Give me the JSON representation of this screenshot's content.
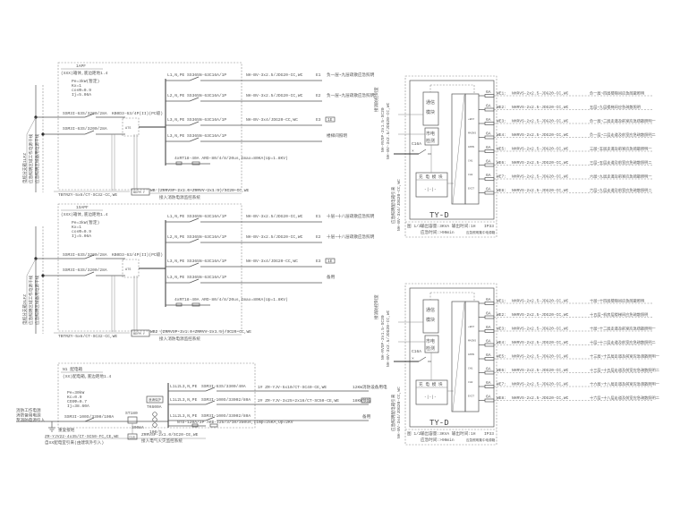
{
  "left_panels": [
    {
      "title": "1APF",
      "subtitle": "(XXX)箱体,底边距地1.4",
      "params": [
        "Pe=3kW(暂定)",
        "Kx=1",
        "cosΦ=0.9",
        "Ij=5.06A"
      ],
      "incoming": [
        "SSM3I-63S/3200/28A",
        "SSM3I-63S/3200/28A"
      ],
      "ats": "KB0D3-63/4P(II)(PC级)",
      "ats_symbol": "ATS",
      "branches": [
        {
          "phase": "L1,N,PE SS365N-63C16A/1P",
          "cable": "NH-BV-3x2.5/JDG20-CC,WC",
          "id": "E1",
          "desc": "负一层~九层疏散应急照明"
        },
        {
          "phase": "L2,N,PE SS365N-63C16A/1P",
          "cable": "NH-BV-3x2.5/JDG20-CC,WC",
          "id": "E2",
          "desc": "负一层~九层疏散应急照明"
        },
        {
          "phase": "L3,N,PE SS365N-63C16A/1P",
          "cable": "NH-BV-3x4/JDG20-CC,WC",
          "id": "E3",
          "desc": "1E"
        },
        {
          "phase": "L3,N,PE SS365N-63C16A/1P",
          "cable": "",
          "id": "",
          "desc": "楼梯间照明"
        }
      ],
      "spd": "4xRT18-40A ARD-80/4/8/20us,Imax=80KA(Up=1.8KV)",
      "feeder": "TBTRZY-5x6/CT-SC32-CC,WE",
      "monitor_box": "BDFM Y",
      "monitor_cable": "WB (ZRRVSP-2x1.0+ZRRVV-2x1.5)/SC20-CC,WE",
      "monitor_note": "接入消防电源监控系统",
      "source_labels": [
        "电缆分支箱1LFZ",
        "应急照明区域工作电源干线",
        "应急照明区域备用电源干线"
      ]
    },
    {
      "title": "1SAPF",
      "subtitle": "(XXX)箱体,底边距地1.4",
      "params": [
        "Pe=3kW(暂定)",
        "Kx=1",
        "cosΦ=0.9",
        "Ij=5.06A"
      ],
      "incoming": [
        "SSM3I-63S/3200/28A",
        "SSM3I-63S/3200/28A"
      ],
      "ats": "KB0D3-63/4P(II)(PC级)",
      "ats_symbol": "ATS",
      "branches": [
        {
          "phase": "L1,N,PE SS365N-63C16A/1P",
          "cable": "NH-BV-3x2.5/JDG20-CC,WC",
          "id": "E1",
          "desc": "十层~十八层疏散应急照明"
        },
        {
          "phase": "L2,N,PE SS365N-63C16A/1P",
          "cable": "NH-BV-3x2.5/JDG20-CC,WC",
          "id": "E2",
          "desc": "十层~十八层疏散应急照明"
        },
        {
          "phase": "L3,N,PE SS365N-63C16A/1P",
          "cable": "NH-BV-3x4/JDG20-CC,WC",
          "id": "E3",
          "desc": "1E"
        },
        {
          "phase": "L3,N,PE SS365N-63C16A/1P",
          "cable": "",
          "id": "",
          "desc": "备用"
        }
      ],
      "spd": "4xRT18-40A ARD-80/4/8/20us,Imax=80KA(Up=1.8KV)",
      "feeder": "TBTRZY-5x6/CT-SC32-CC,WE",
      "monitor_box": "BDFM Y",
      "monitor_cable": "WB2 (ZRRVSP-2x1.0+ZRRVV-2x1.5)/SC20-CC,WE",
      "monitor_note": "接入消防电源监控系统",
      "source_labels": [
        "电缆分支箱2LFZ",
        "应急照明区域工作电源干线",
        "应急照明区域备用电源干线"
      ]
    }
  ],
  "bottom_panel": {
    "title": "N1 配电箱",
    "subtitle": "(XX)配电箱,底边距地1.4",
    "params": [
      "Pe=30kW",
      "Kc=0.9",
      "COSΦ=0.7",
      "Ij=38.60A"
    ],
    "main_breaker": "SSM3I-100S/3300/100A",
    "rcd": "ST180",
    "rcd_current": "300mA",
    "spd_box": "浪涌保护",
    "spd_model": "TK600A",
    "ct": "100/5",
    "branches": [
      {
        "phase": "L1L2L3,N,PE",
        "breaker": "SSM3I-63S/3300/40A",
        "cable": "1# ZR-YJV-5x10/CT-SC40-CE,WE",
        "load": "12KW",
        "desc": "消防设备用电"
      },
      {
        "phase": "L1L2L3,N,PE",
        "breaker": "SSM3I-100S/33002/80A",
        "cable": "2# ZR-YJV-3x25+2x16/CT-SC50-CE,WE",
        "load": "18KW",
        "desc": "预留"
      },
      {
        "phase": "L1L2L3,N,PE",
        "breaker": "SSM3I-100S/33002/80A",
        "cable": "",
        "load": "",
        "desc": "备用"
      }
    ],
    "spd": "NTD-120A/3P ARD-I25/3/10/350us,Iimp=25KA,Up=2KV",
    "source_labels": [
      "消防工作电源",
      "消防备用电源",
      "至消防电源引入"
    ],
    "grounding": "重复接地",
    "incoming_cable": "ZR-YJV22-4x35/CT-SC50-FC,CE,WE",
    "incoming_note": "自XX配电室引来(由建筑外引入)",
    "monitor_box": "CLE",
    "monitor_cable": "ZRRVSP-2x1.0/SC20-CE,WE",
    "monitor_note": "接入电气火灾监控系统"
  },
  "right_panels": [
    {
      "model": "TY-D",
      "comm_module": [
        "通信",
        "模块"
      ],
      "mains_detect": [
        "市电",
        "检测"
      ],
      "charger": "充 电 模 块",
      "battery": "-|-|-",
      "breaker": "C16A",
      "channel_labels": [
        "+BAT",
        "MAINS",
        "GPRS",
        "CH1",
        "CH2",
        "EXIT"
      ],
      "vertical_labels": [
        "接消防控制室",
        "NH-RVSP-2x1.5-SC20",
        "NH-BV-3x2.5/JDG20-CC,WC",
        "应急照明配电箱引来",
        "NH-BV-3x4/JDG20-CC,WC"
      ],
      "footer": {
        "tag": "图 1/3",
        "line1": "输出容量:3KVA  输出时间:1H",
        "line2": "应急时间:>90min",
        "ip": "IP33",
        "name": "应急照明集中电源箱"
      },
      "circuits": [
        {
          "fuse": "6A",
          "id": "WE1:",
          "cable": "NHRVS-2x2.5-JDG20-CC,WC",
          "desc": "负一层~四层楼梯间应急疏散照明"
        },
        {
          "fuse": "6A",
          "id": "WE2:",
          "cable": "NHRVS-2x2.5-JDG20-CC,WC",
          "desc": "五层~九层楼梯间应急疏散照明"
        },
        {
          "fuse": "6A",
          "id": "WE3:",
          "cable": "NHRVS-2x2.5-JDG20-CC,WC",
          "desc": "负一层~二层走道及前室应急疏散照明一"
        },
        {
          "fuse": "6A",
          "id": "WE4:",
          "cable": "NHRVS-2x2.5-JDG20-CC,WC",
          "desc": "负一层~二层走道及前室应急疏散照明二"
        },
        {
          "fuse": "6A",
          "id": "WE5:",
          "cable": "NHRVS-2x2.5-JDG20-CC,WC",
          "desc": "三层~五层走道及前室应急疏散照明一"
        },
        {
          "fuse": "6A",
          "id": "WE6:",
          "cable": "NHRVS-2x2.5-JDG20-CC,WC",
          "desc": "三层~五层走道及前室应急疏散照明二"
        },
        {
          "fuse": "6A",
          "id": "WE7:",
          "cable": "NHRVS-2x2.5-JDG20-CC,WC",
          "desc": "六层~九层走道及前室应急疏散照明一"
        },
        {
          "fuse": "6A",
          "id": "WE8:",
          "cable": "NHRVS-2x2.5-JDG20-CC,WC",
          "desc": "六层~九层走道及前室应急疏散照明二"
        }
      ]
    },
    {
      "model": "TY-D",
      "comm_module": [
        "通信",
        "模块"
      ],
      "mains_detect": [
        "市电",
        "检测"
      ],
      "charger": "充 电 模 块",
      "battery": "-|-|-",
      "breaker": "C16A",
      "channel_labels": [
        "+BAT",
        "MAINS",
        "GPRS",
        "CH1",
        "CH2",
        "EXIT"
      ],
      "vertical_labels": [
        "接消防控制室",
        "NH-RVSP-2x1.5-SC20",
        "NH-BV-3x2.5/JDG20-CC,WC",
        "应急照明配电箱引来",
        "NH-BV-3x4/JDG20-CC,WC"
      ],
      "footer": {
        "tag": "图 1/2",
        "line1": "输出容量:3KVA  输出时间:1H",
        "line2": "应急时间:>90min",
        "ip": "IP33",
        "name": "应急照明集中电源箱"
      },
      "circuits": [
        {
          "fuse": "6A",
          "id": "WE1:",
          "cable": "NHRVS-2x2.5-JDG20-CC,WC",
          "desc": "十层~十四层楼梯间应急疏散照明"
        },
        {
          "fuse": "6A",
          "id": "WE2:",
          "cable": "NHRVS-2x2.5-JDG20-CC,WC",
          "desc": "十五层~机房层楼梯间应急疏散照明"
        },
        {
          "fuse": "6A",
          "id": "WE3:",
          "cable": "NHRVS-2x2.5-JDG20-CC,WC",
          "desc": "十层~十二层走道及前室应急疏散照明一"
        },
        {
          "fuse": "6A",
          "id": "WE4:",
          "cable": "NHRVS-2x2.5-JDG20-CC,WC",
          "desc": "十层~十二层走道及前室应急疏散照明二"
        },
        {
          "fuse": "6A",
          "id": "WE5:",
          "cable": "NHRVS-2x2.5-JDG20-CC,WC",
          "desc": "十三层~十五层走道及前室应急疏散照明一"
        },
        {
          "fuse": "6A",
          "id": "WE6:",
          "cable": "NHRVS-2x2.5-JDG20-CC,WC",
          "desc": "十三层~十五层走道及前室应急疏散照明二"
        },
        {
          "fuse": "6A",
          "id": "WE7:",
          "cable": "NHRVS-2x2.5-JDG20-CC,WC",
          "desc": "十六层~十八层走道及前室应急疏散照明一"
        },
        {
          "fuse": "6A",
          "id": "WE8:",
          "cable": "NHRVS-2x2.5-JDG20-CC,WC",
          "desc": "十六层~十八层走道及前室应急疏散照明二"
        }
      ]
    }
  ]
}
